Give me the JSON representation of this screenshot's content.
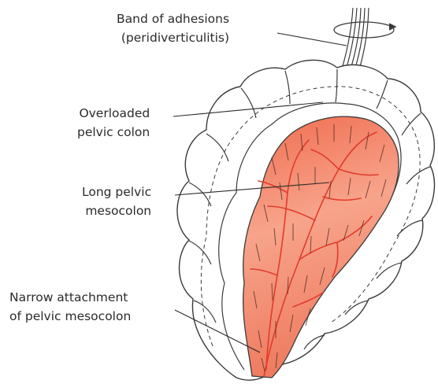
{
  "labels": {
    "adhesions": {
      "line1": "Band of adhesions",
      "line2": "(peridiverticulitis)"
    },
    "overloaded": {
      "line1": "Overloaded",
      "line2": "pelvic colon"
    },
    "mesocolon": {
      "line1": "Long pelvic",
      "line2": "mesocolon"
    },
    "attachment": {
      "line1": "Narrow attachment",
      "line2": "of pelvic mesocolon"
    }
  },
  "colors": {
    "mesentery_light": "#fbd3c2",
    "mesentery_dark": "#ef8a70",
    "vessel": "#e23b2b",
    "outline": "#3a3a3a"
  }
}
